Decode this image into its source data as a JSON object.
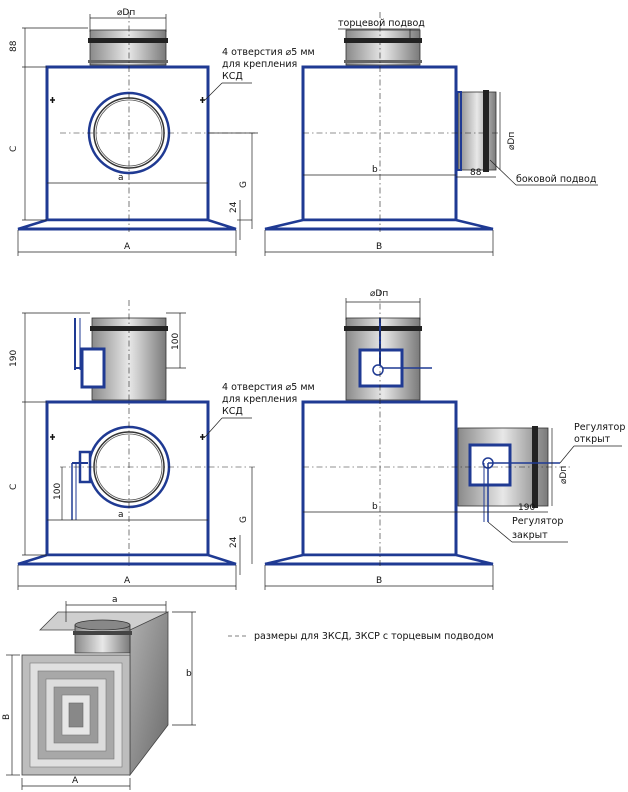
{
  "labels": {
    "diameter": "⌀Dп",
    "end_inlet": "торцевой подвод",
    "side_inlet": "боковой подвод",
    "holes_line1": "4 отверстия ⌀5 мм",
    "holes_line2": "для крепления",
    "holes_line3": "КСД",
    "regulator_open_1": "Регулятор",
    "regulator_open_2": "открыт",
    "regulator_closed_1": "Регулятор",
    "regulator_closed_2": "закрыт",
    "legend": "размеры для 3КСД, 3КСР с торцевым подводом"
  },
  "dims": {
    "A": "A",
    "B": "B",
    "C": "C",
    "G": "G",
    "a": "a",
    "b": "b",
    "d88": "88",
    "d24": "24",
    "d190": "190",
    "d100": "100"
  },
  "colors": {
    "outline": "#1f3a93",
    "line": "#222222"
  }
}
